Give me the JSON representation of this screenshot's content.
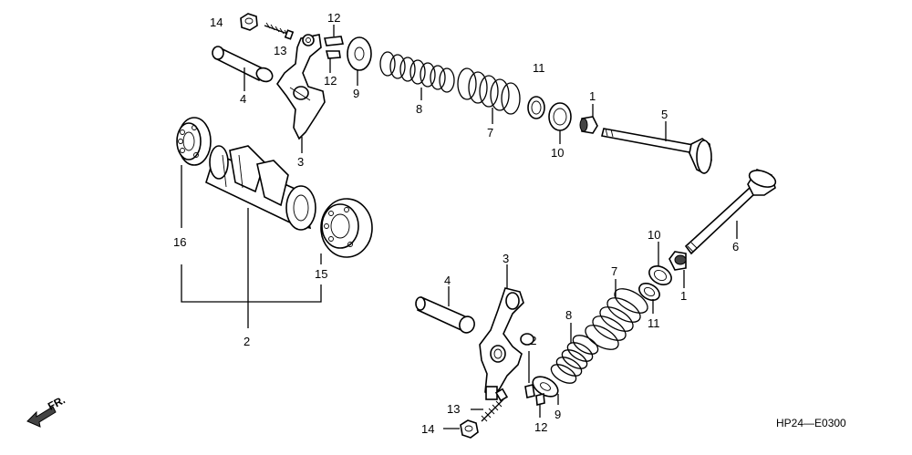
{
  "diagram": {
    "code": "HP24—E0300",
    "direction_label": "FR.",
    "callouts": {
      "c1_top": "1",
      "c1_bottom": "1",
      "c2": "2",
      "c3_top": "3",
      "c3_bottom": "3",
      "c4_top": "4",
      "c4_bottom": "4",
      "c5": "5",
      "c6": "6",
      "c7_top": "7",
      "c7_bottom": "7",
      "c8_top": "8",
      "c8_bottom": "8",
      "c9_top": "9",
      "c9_bottom": "9",
      "c10_top": "10",
      "c10_bottom": "10",
      "c11_top": "11",
      "c11_bottom": "11",
      "c12_top_a": "12",
      "c12_top_b": "12",
      "c12_bottom_a": "12",
      "c12_bottom_b": "12",
      "c13_top": "13",
      "c13_bottom": "13",
      "c14_top": "14",
      "c14_bottom": "14",
      "c15": "15",
      "c16": "16"
    }
  }
}
